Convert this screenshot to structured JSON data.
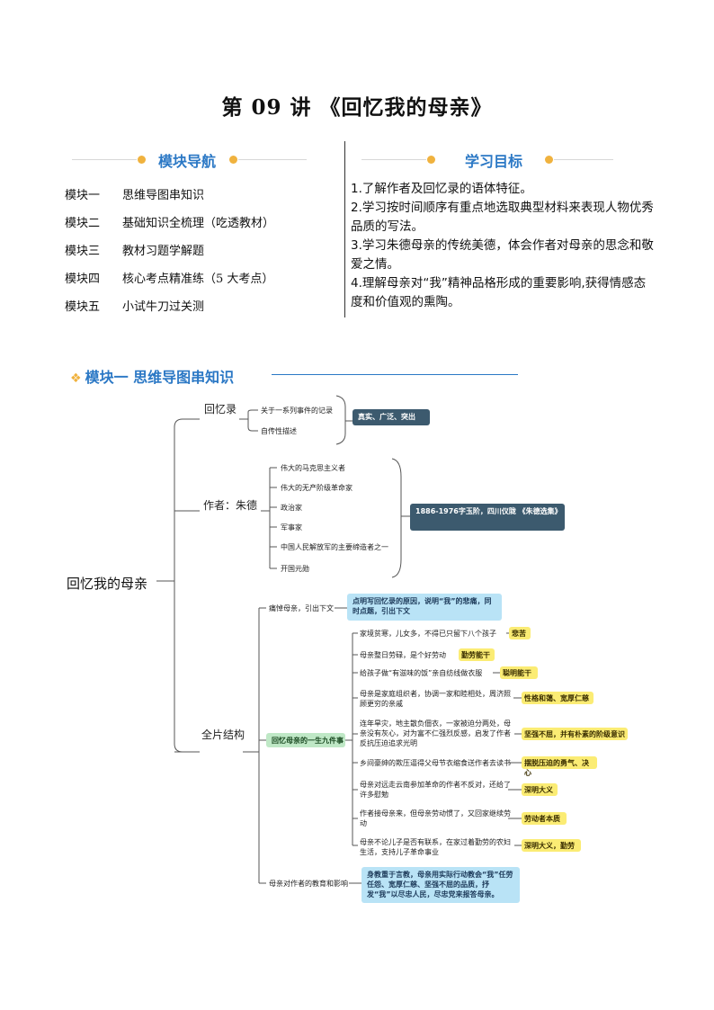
{
  "title": "第 09 讲 《回忆我的母亲》",
  "nav": {
    "heading": "模块导航",
    "items": [
      {
        "k": "模块一",
        "v": "思维导图串知识"
      },
      {
        "k": "模块二",
        "v": "基础知识全梳理（吃透教材）"
      },
      {
        "k": "模块三",
        "v": "教材习题学解题"
      },
      {
        "k": "模块四",
        "v": "核心考点精准练（5 大考点）"
      },
      {
        "k": "模块五",
        "v": "小试牛刀过关测"
      }
    ]
  },
  "goals": {
    "heading": "学习目标",
    "items": [
      "1.了解作者及回忆录的语体特征。",
      "2.学习按时间顺序有重点地选取典型材料来表现人物优秀品质的写法。",
      "3.学习朱德母亲的传统美德，体会作者对母亲的思念和敬爱之情。",
      "4.理解母亲对“我”精神品格形成的重要影响,获得情感态度和价值观的熏陶。"
    ]
  },
  "module1": {
    "heading": "模块一 思维导图串知识",
    "diamond": "❖"
  },
  "mindmap": {
    "root": "回忆我的母亲",
    "memoir": {
      "label": "回忆录",
      "children": [
        "关于一系列事件的记录",
        "自传性描述"
      ],
      "summary": "真实、广泛、突出"
    },
    "author": {
      "label": "作者：朱德",
      "children": [
        "伟大的马克思主义者",
        "伟大的无产阶级革命家",
        "政治家",
        "军事家",
        "中国人民解放军的主要缔造者之一",
        "开国元勋"
      ],
      "summary": "1886-1976字玉阶，四川仪陇 《朱德选集》"
    },
    "structure": {
      "label": "全片结构",
      "intro": {
        "text": "痛悼母亲，引出下文",
        "note": "点明写回忆录的原因，说明“我”的悲痛，同时点题，引出下文"
      },
      "life": {
        "label": "回忆母亲的一生九件事",
        "events": [
          {
            "text": "家境贫寒，儿女多，不得已只留下八个孩子",
            "tag": "悲苦"
          },
          {
            "text": "母亲整日劳碌，是个好劳动",
            "tag": "勤劳能干"
          },
          {
            "text": "给孩子做“有滋味的饭”亲自纺线做衣服",
            "tag": "聪明能干"
          },
          {
            "text": "母亲是家庭组织者，协调一家和睦相处，周济照顾更穷的亲戚",
            "tag": "性格和蔼、宽厚仁慈"
          },
          {
            "text": "连年旱灾，地主散负佃衣，一家被迫分两处，母亲没有灰心，对为富不仁强烈反感，启发了作者反抗压迫追求光明",
            "tag": "坚强不屈，并有朴素的阶级意识"
          },
          {
            "text": "乡间豪绅的欺压逼得父母节衣缩食送作者去读书",
            "tag": "摆脱压迫的勇气、决心"
          },
          {
            "text": "母亲对远走云南参加革命的作者不反对，还给了许多慰勉",
            "tag": "深明大义"
          },
          {
            "text": "作者接母亲来，但母亲劳动惯了，又回家继续劳动",
            "tag": "劳动者本质"
          },
          {
            "text": "母亲不论儿子是否有联系，在家过着勤劳的农妇生活，支持儿子革命事业",
            "tag": "深明大义，勤劳"
          }
        ]
      },
      "influence": {
        "text": "母亲对作者的教育和影响",
        "note": "身教重于言教，母亲用实际行动教会“我”任劳任怨、宽厚仁慈、坚强不屈的品质，抒发“我”以尽忠人民，尽忠党来报答母亲。"
      }
    }
  },
  "colors": {
    "accent_blue": "#2b78c5",
    "accent_gold": "#f0b23e",
    "dark_box": "#3c5a6e",
    "light_blue_box": "#b9e3f6",
    "yellow_box": "#fbec74",
    "green_box": "#bfe8c6"
  }
}
